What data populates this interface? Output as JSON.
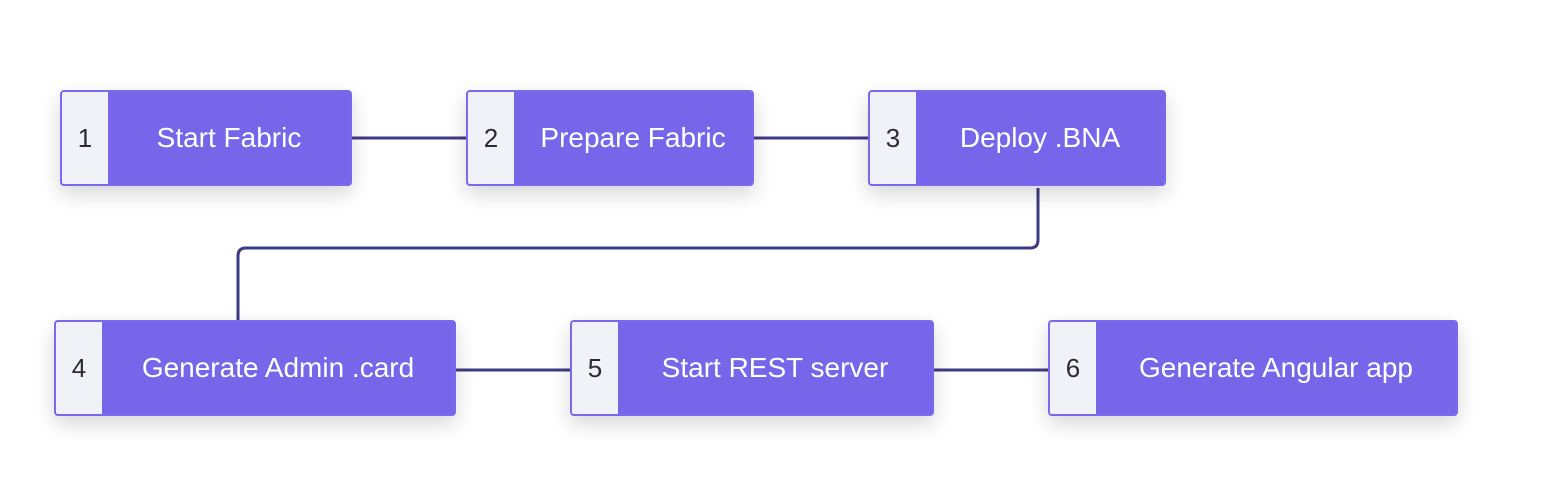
{
  "colors": {
    "box_fill": "#7766ea",
    "box_border": "#7b68ee",
    "number_cell": "#f1f2f7",
    "connector": "#3f3a85",
    "label_text": "#ffffff"
  },
  "steps": [
    {
      "number": "1",
      "label": "Start Fabric"
    },
    {
      "number": "2",
      "label": "Prepare Fabric"
    },
    {
      "number": "3",
      "label": "Deploy .BNA"
    },
    {
      "number": "4",
      "label": "Generate Admin .card"
    },
    {
      "number": "5",
      "label": "Start REST server"
    },
    {
      "number": "6",
      "label": "Generate Angular app"
    }
  ],
  "connections": [
    [
      1,
      2
    ],
    [
      2,
      3
    ],
    [
      3,
      4
    ],
    [
      4,
      5
    ],
    [
      5,
      6
    ]
  ]
}
